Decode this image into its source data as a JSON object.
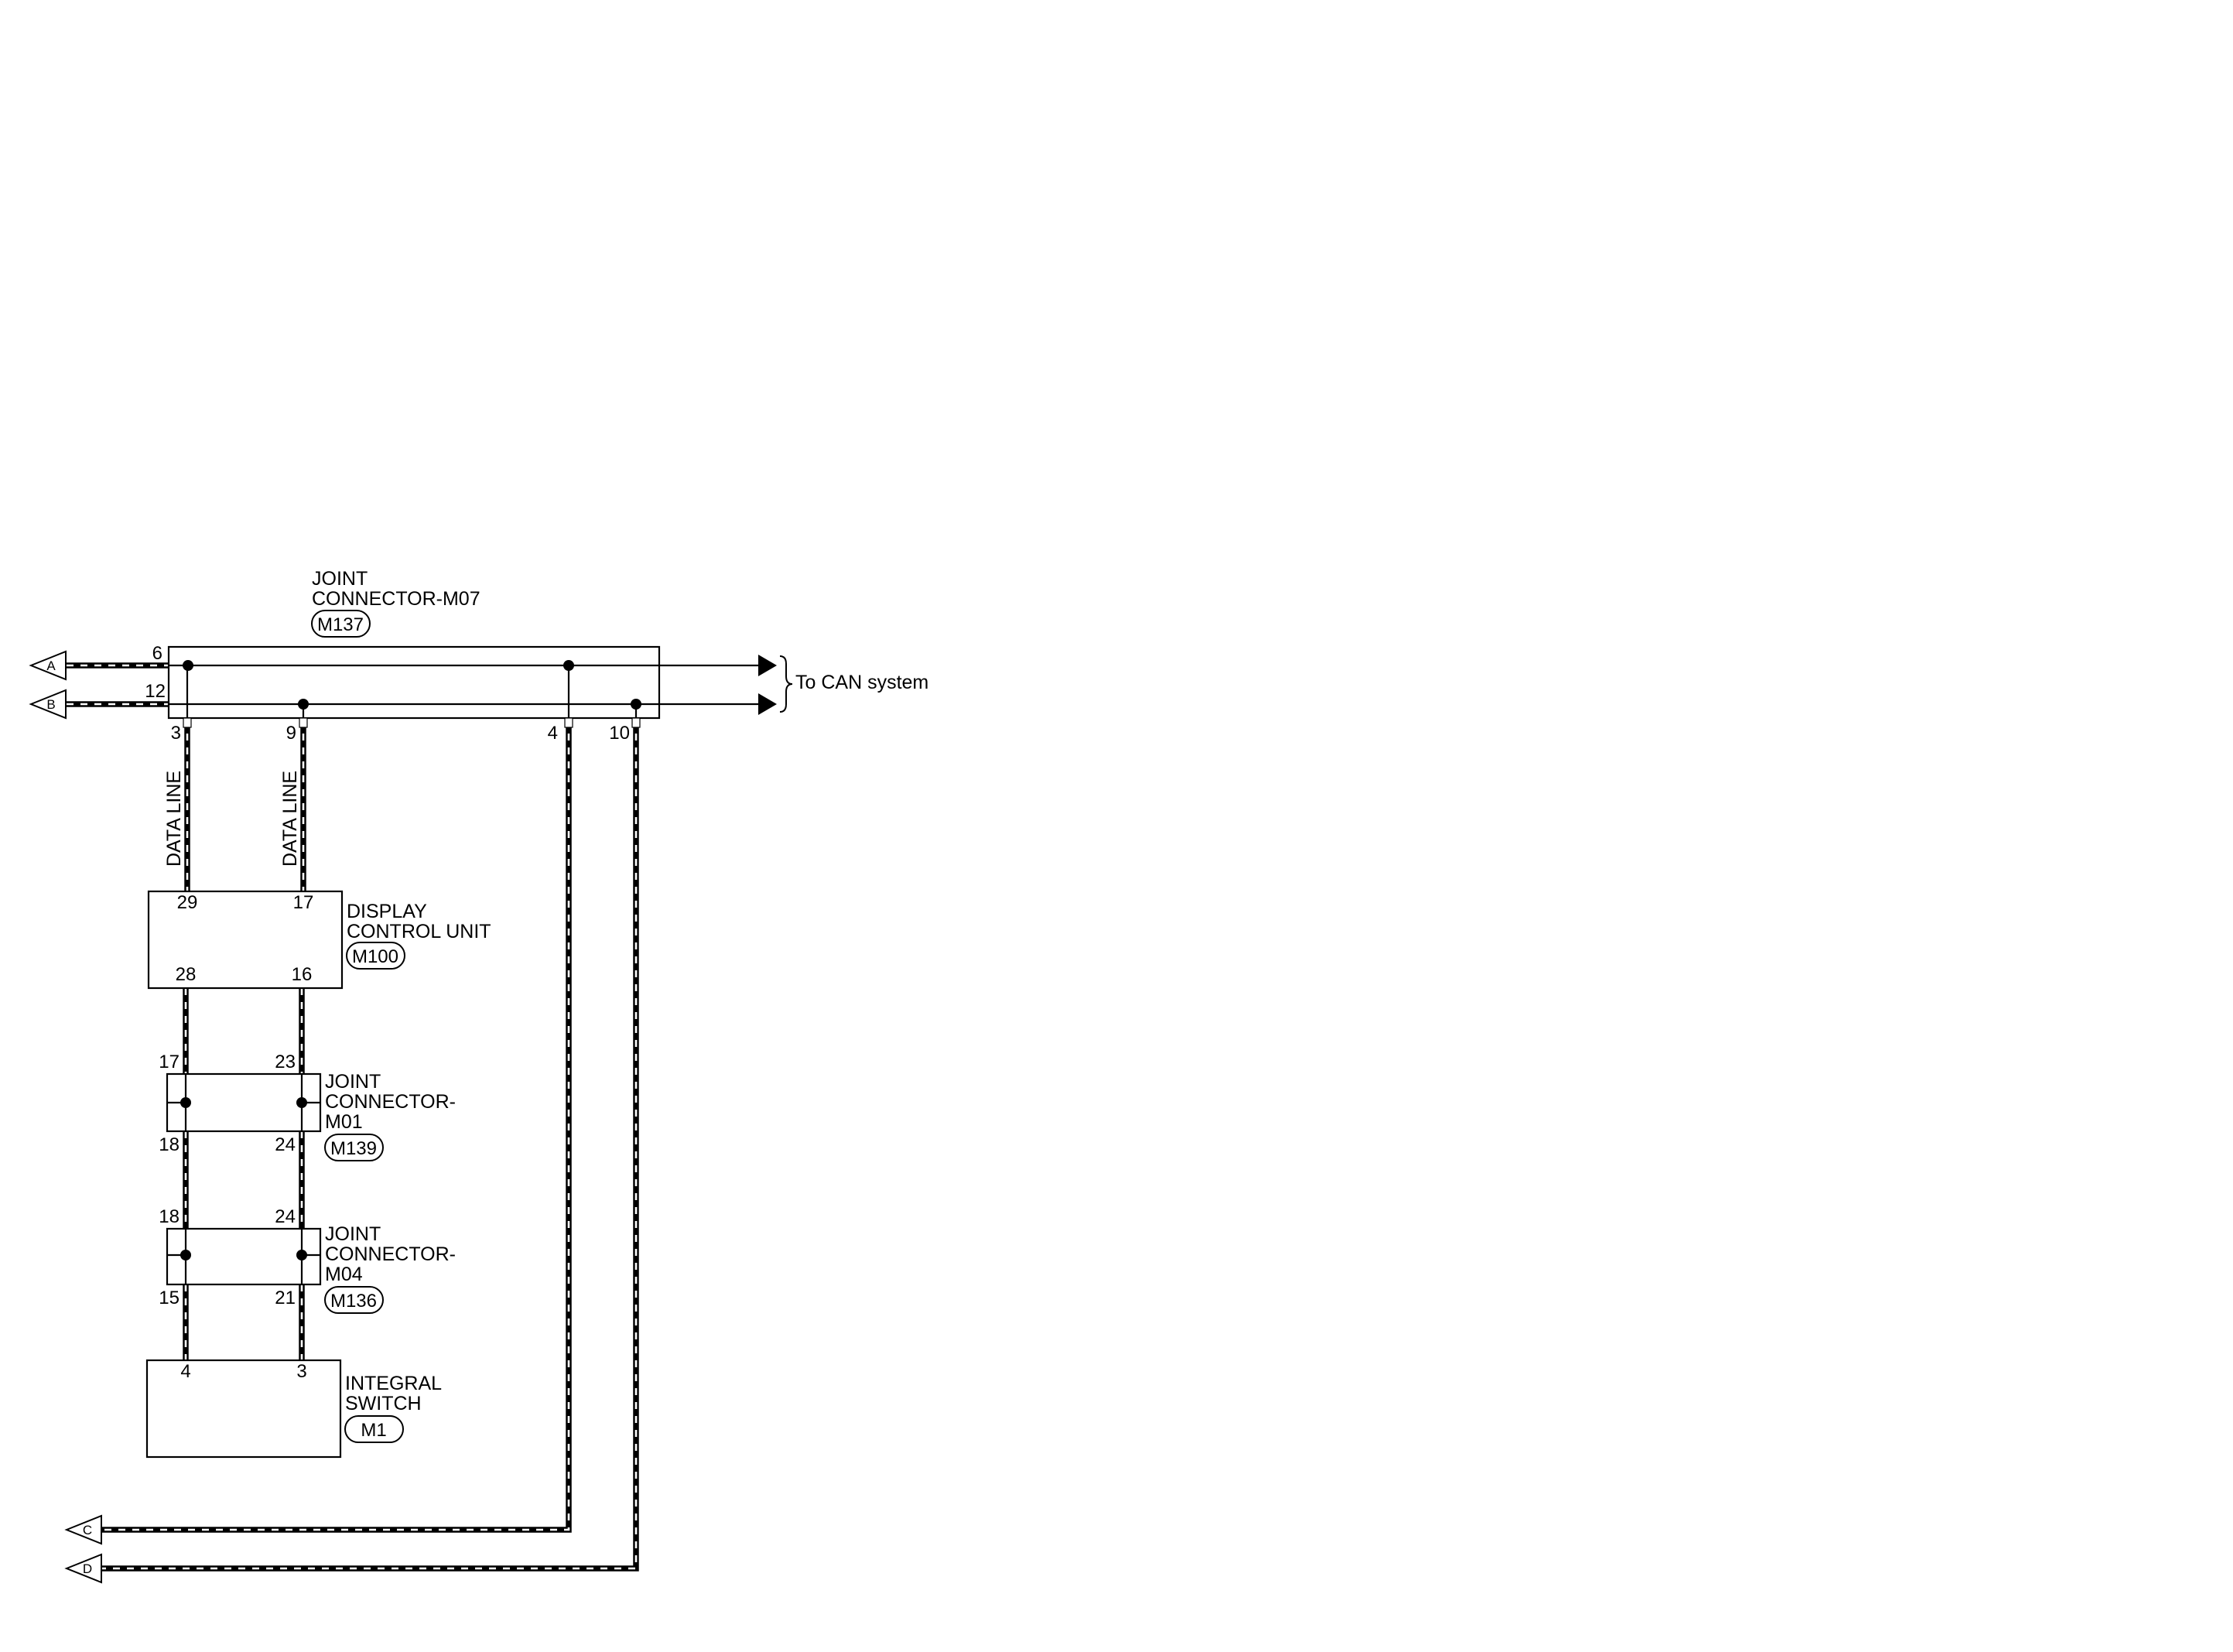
{
  "diagram": {
    "jc_m07": {
      "name_line1": "JOINT",
      "name_line2": "CONNECTOR-M07",
      "connector": "M137",
      "pins": {
        "p6": "6",
        "p12": "12",
        "p3": "3",
        "p9": "9",
        "p4": "4",
        "p10": "10"
      }
    },
    "can_note": "To CAN system",
    "data_line_left": "DATA LINE",
    "data_line_right": "DATA LINE",
    "dcu": {
      "name_line1": "DISPLAY",
      "name_line2": "CONTROL UNIT",
      "connector": "M100",
      "pins": {
        "p29": "29",
        "p17": "17",
        "p28": "28",
        "p16": "16"
      }
    },
    "jc_m01": {
      "name_line1": "JOINT",
      "name_line2": "CONNECTOR-",
      "name_line3": "M01",
      "connector": "M139",
      "pins": {
        "p17": "17",
        "p23": "23",
        "p18": "18",
        "p24": "24"
      }
    },
    "jc_m04": {
      "name_line1": "JOINT",
      "name_line2": "CONNECTOR-",
      "name_line3": "M04",
      "connector": "M136",
      "pins": {
        "p18": "18",
        "p24": "24",
        "p15": "15",
        "p21": "21"
      }
    },
    "integral_switch": {
      "name_line1": "INTEGRAL",
      "name_line2": "SWITCH",
      "connector": "M1",
      "pins": {
        "p4": "4",
        "p3": "3"
      }
    },
    "flags": {
      "a": "A",
      "b": "B",
      "c": "C",
      "d": "D"
    }
  }
}
